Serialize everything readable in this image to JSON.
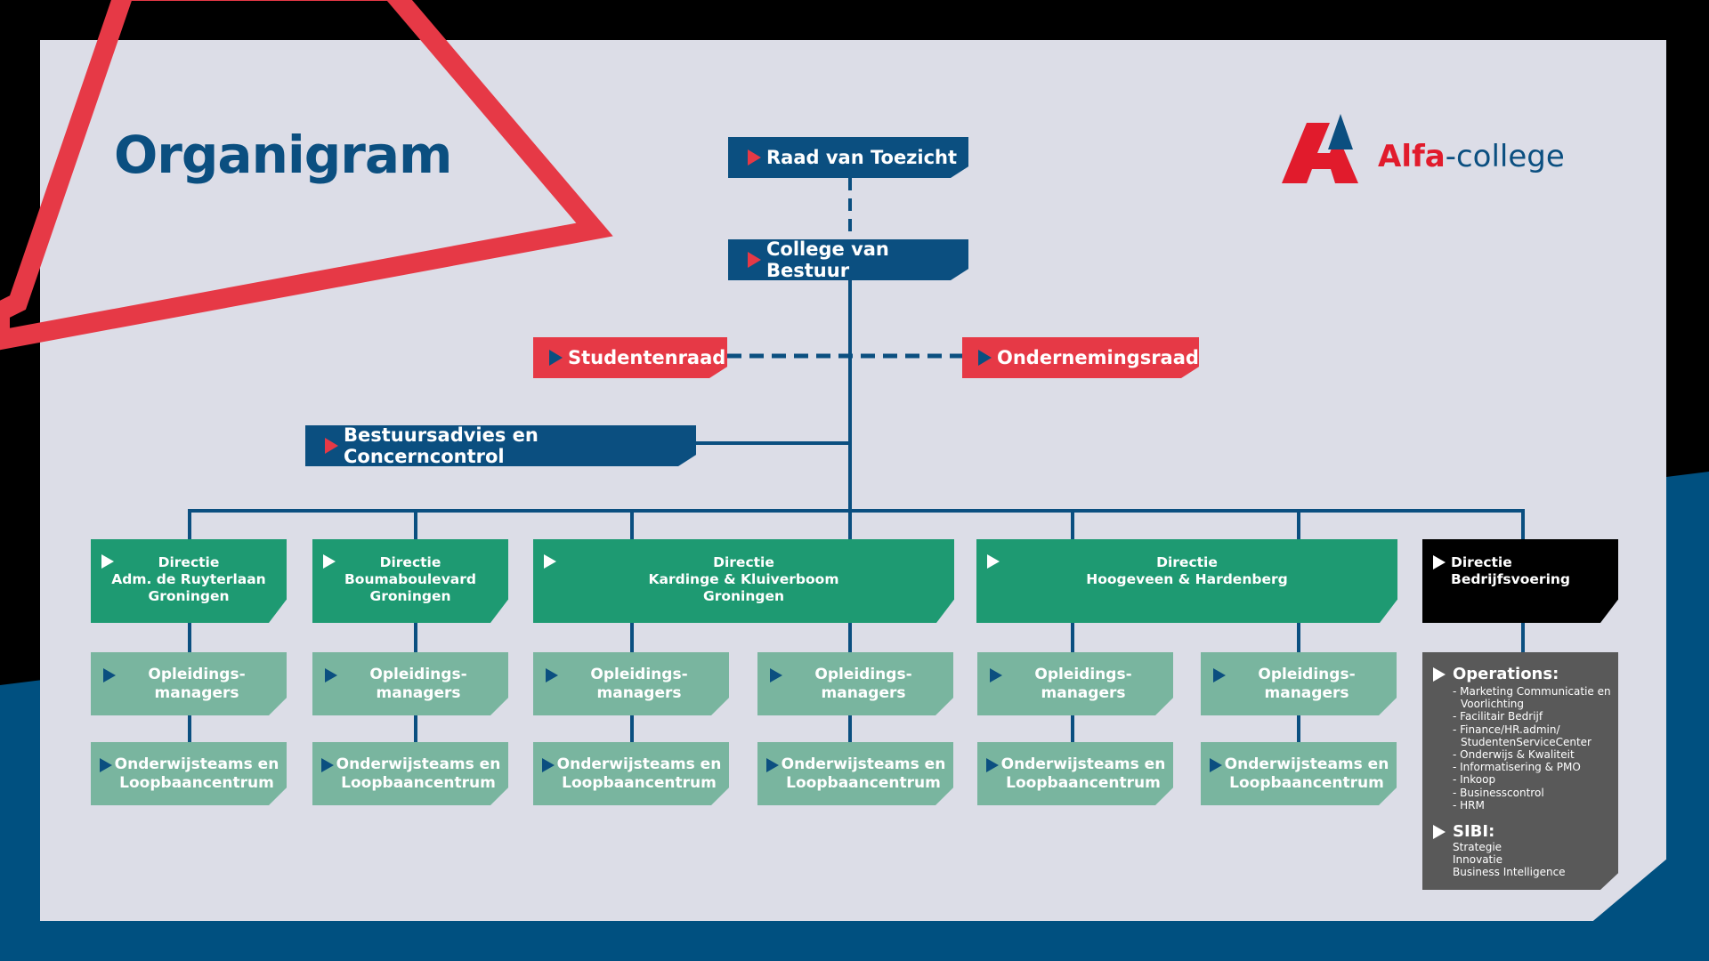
{
  "page": {
    "title": "Organigram",
    "logo": {
      "brand": "Alfa",
      "suffix": "-college"
    },
    "colors": {
      "navy": "#0b4f80",
      "red": "#e63946",
      "green": "#1e9a72",
      "light_green": "#79b59f",
      "grey": "#595959",
      "background": "#dcdde7"
    }
  },
  "top": {
    "raad_van_toezicht": "Raad van Toezicht",
    "college_van_bestuur": "College van Bestuur",
    "studentenraad": "Studentenraad",
    "ondernemingsraad": "Ondernemingsraad",
    "bestuursadvies": "Bestuursadvies en Concerncontrol"
  },
  "directies": [
    {
      "line1": "Directie",
      "line2": "Adm. de Ruyterlaan",
      "line3": "Groningen"
    },
    {
      "line1": "Directie",
      "line2": "Boumaboulevard",
      "line3": "Groningen"
    },
    {
      "line1": "Directie",
      "line2": "Kardinge & Kluiverboom",
      "line3": "Groningen"
    },
    {
      "line1": "Directie",
      "line2": "Hoogeveen & Hardenberg",
      "line3": ""
    },
    {
      "line1": "Directie",
      "line2": "Bedrijfsvoering",
      "line3": ""
    }
  ],
  "sub_units": {
    "opleidings_line1": "Opleidings-",
    "opleidings_line2": "managers",
    "onderwijs_line1": "Onderwijsteams en",
    "onderwijs_line2": "Loopbaancentrum"
  },
  "bedrijfsvoering": {
    "operations_title": "Operations:",
    "operations_items": [
      "- Marketing Communicatie en Voorlichting",
      "- Facilitair Bedrijf",
      "- Finance/HR.admin/ StudentenServiceCenter",
      "- Onderwijs & Kwaliteit",
      "- Informatisering & PMO",
      "- Inkoop",
      "- Businesscontrol",
      "- HRM"
    ],
    "sibi_title": "SIBI:",
    "sibi_items": [
      "Strategie",
      "Innovatie",
      "Business Intelligence"
    ]
  }
}
